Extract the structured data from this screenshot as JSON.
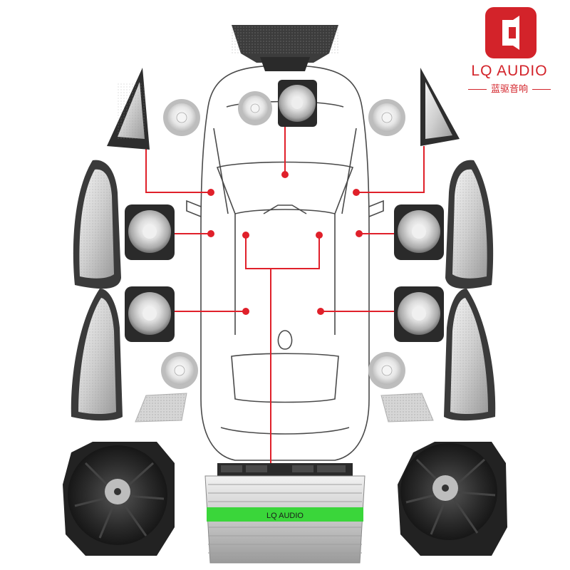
{
  "brand": {
    "name": "LQ AUDIO",
    "subtitle": "蓝驱音响",
    "accent_color": "#d3232a"
  },
  "amplifier": {
    "label": "LQ AUDIO",
    "stripe_color": "#3ad63a"
  },
  "colors": {
    "connector_line": "#e0202a",
    "car_outline": "#4a4a4a"
  },
  "icons": [
    "brand-logo-icon"
  ]
}
